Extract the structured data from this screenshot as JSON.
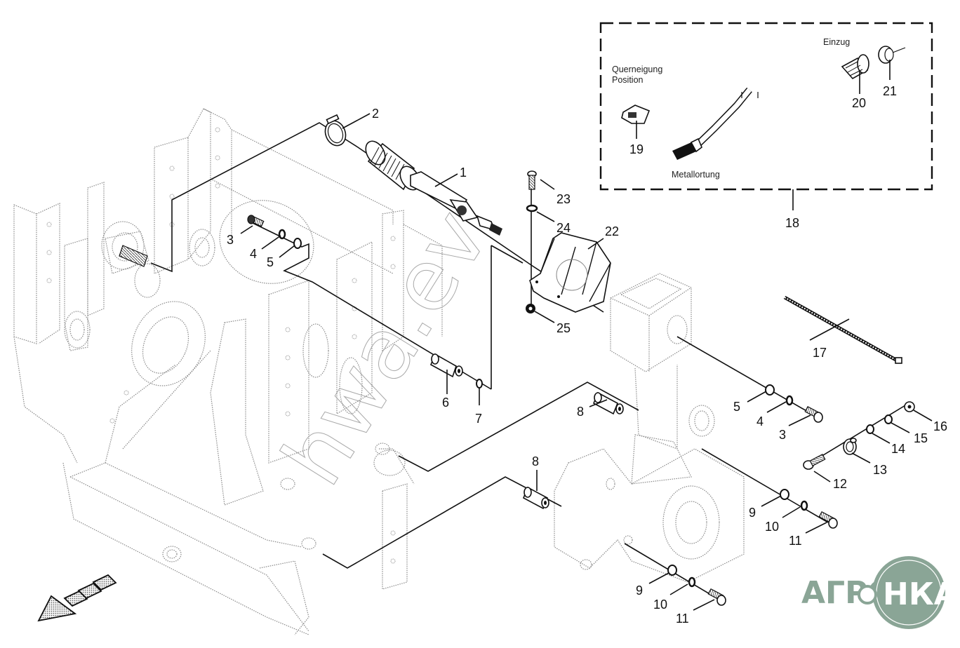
{
  "diagram": {
    "type": "exploded-parts-diagram",
    "inset": {
      "box_callout": "18",
      "labels": {
        "einzug": "Einzug",
        "querneigung_line1": "Querneigung",
        "querneigung_line2": "Position",
        "metallortung": "Metallortung"
      },
      "callouts": [
        "19",
        "20",
        "21"
      ]
    },
    "callouts": {
      "c1": "1",
      "c2": "2",
      "c3a": "3",
      "c4a": "4",
      "c5a": "5",
      "c6": "6",
      "c7": "7",
      "c8a": "8",
      "c8b": "8",
      "c5b": "5",
      "c4b": "4",
      "c3b": "3",
      "c9a": "9",
      "c10a": "10",
      "c11a": "11",
      "c9b": "9",
      "c10b": "10",
      "c11b": "11",
      "c12": "12",
      "c13": "13",
      "c14": "14",
      "c15": "15",
      "c16": "16",
      "c17": "17",
      "c22": "22",
      "c23": "23",
      "c24": "24",
      "c25": "25"
    },
    "parts": [
      {
        "id": "1",
        "name": "drive-shaft"
      },
      {
        "id": "2",
        "name": "hose-clamp"
      },
      {
        "id": "3",
        "name": "bolt"
      },
      {
        "id": "4",
        "name": "lock-washer"
      },
      {
        "id": "5",
        "name": "washer"
      },
      {
        "id": "6",
        "name": "spacer-sleeve"
      },
      {
        "id": "7",
        "name": "washer"
      },
      {
        "id": "8",
        "name": "bushing"
      },
      {
        "id": "9",
        "name": "washer"
      },
      {
        "id": "10",
        "name": "lock-washer"
      },
      {
        "id": "11",
        "name": "bolt"
      },
      {
        "id": "12",
        "name": "screw"
      },
      {
        "id": "13",
        "name": "cable-clip"
      },
      {
        "id": "14",
        "name": "washer"
      },
      {
        "id": "15",
        "name": "washer"
      },
      {
        "id": "16",
        "name": "nut"
      },
      {
        "id": "17",
        "name": "cable-tie"
      },
      {
        "id": "18",
        "name": "wiring-harness"
      },
      {
        "id": "19",
        "name": "connector"
      },
      {
        "id": "20",
        "name": "connector"
      },
      {
        "id": "21",
        "name": "protective-cap"
      },
      {
        "id": "22",
        "name": "guard"
      },
      {
        "id": "23",
        "name": "bolt"
      },
      {
        "id": "24",
        "name": "washer"
      },
      {
        "id": "25",
        "name": "nut"
      }
    ],
    "direction_arrow": "travel-direction-arrow"
  },
  "watermarks": {
    "diagonal_text": "hwa.ev",
    "logo_text": "АГРО",
    "logo_badge_text": "НКА",
    "logo_color": "#8aa596"
  }
}
